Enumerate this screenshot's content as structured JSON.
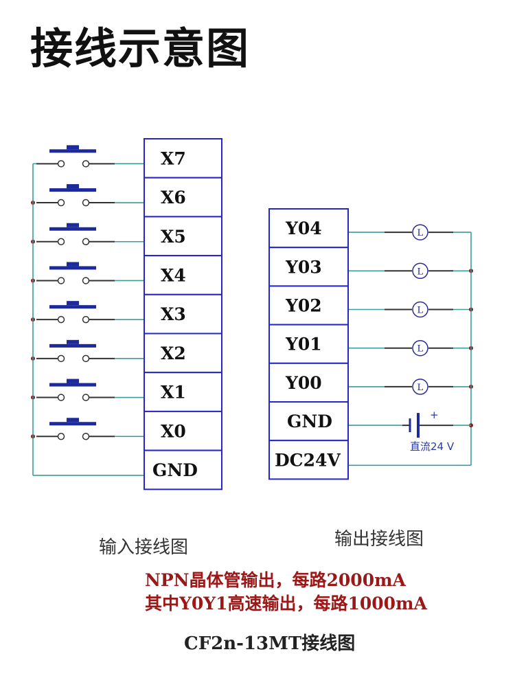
{
  "title": "接线示意图",
  "input_terminals": [
    "X7",
    "X6",
    "X5",
    "X4",
    "X3",
    "X2",
    "X1",
    "X0",
    "GND"
  ],
  "output_terminals": [
    "Y04",
    "Y03",
    "Y02",
    "Y01",
    "Y00",
    "GND",
    "DC24V"
  ],
  "lamp_label": "L",
  "battery": {
    "label": "直流24 V",
    "plus": "+"
  },
  "captions": {
    "input": "输入接线图",
    "output": "输出接线图",
    "note1": "NPN晶体管输出，每路2000mA",
    "note2": "其中Y0Y1高速输出，每路1000mA",
    "model": "CF2n-13MT接线图"
  },
  "colors": {
    "terminal_border": "#2525c8",
    "wire": "#3a9c9c",
    "dot": "#8b1a1a",
    "button": "#1c2a9c"
  }
}
